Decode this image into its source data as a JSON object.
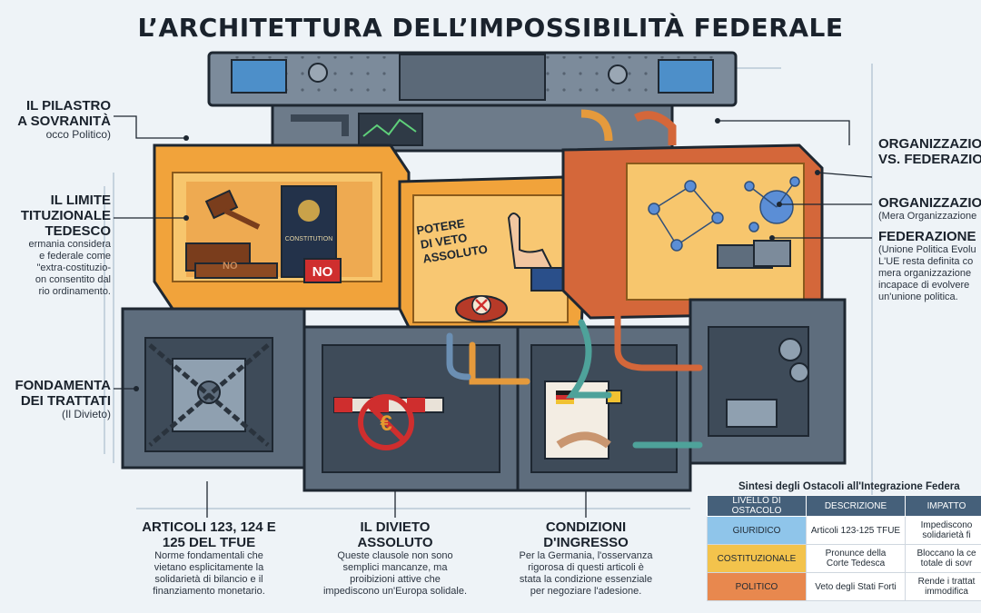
{
  "title": "L’ARCHITETTURA DELL’IMPOSSIBILITÀ FEDERALE",
  "colors": {
    "orange": "#f1a33b",
    "orange_dark": "#c8742a",
    "steel": "#5e6d7d",
    "steel_dark": "#3e4b59",
    "rust": "#d4673a",
    "blue_row": "#8fc5ea",
    "yellow_row": "#f3c34c",
    "orange_row": "#e8884e"
  },
  "left_labels": {
    "pilastro": {
      "l1": "IL PILASTRO",
      "l2": "A SOVRANITÀ",
      "sub": "occo Politico)"
    },
    "limite": {
      "l1": "IL LIMITE",
      "l2": "TITUZIONALE",
      "l3": "TEDESCO",
      "sub1": "ermania considera",
      "sub2": "e federale come",
      "sub3": "\"extra-costituzio-",
      "sub4": "on consentito dal",
      "sub5": "rio ordinamento."
    },
    "fondamenta": {
      "l1": "FONDAMENTA",
      "l2": "DEI TRATTATI",
      "sub": "(Il Divieto)"
    }
  },
  "right_labels": {
    "org_vs": {
      "l1": "ORGANIZZAZIO",
      "l2": "VS. FEDERAZIO"
    },
    "org": {
      "l1": "ORGANIZZAZIO",
      "sub": "(Mera Organizzazione"
    },
    "fed": {
      "l1": "FEDERAZIONE",
      "sub1": "(Unione Politica Evolu",
      "sub2": "L'UE resta definita co",
      "sub3": "mera organizzazione",
      "sub4": "incapace di evolvere",
      "sub5": "un'unione politica."
    }
  },
  "bottom_labels": {
    "articoli": {
      "l1": "ARTICOLI 123, 124 E",
      "l2": "125 DEL TFUE",
      "sub1": "Norme fondamentali che",
      "sub2": "vietano esplicitamente la",
      "sub3": "solidarietà di bilancio e il",
      "sub4": "finanziamento monetario."
    },
    "divieto": {
      "l1": "IL DIVIETO",
      "l2": "ASSOLUTO",
      "sub1": "Queste clausole non sono",
      "sub2": "semplici mancanze, ma",
      "sub3": "proibizioni attive che",
      "sub4": "impediscono un'Europa solidale."
    },
    "condizioni": {
      "l1": "CONDIZIONI",
      "l2": "D'INGRESSO",
      "sub1": "Per la Germania, l'osservanza",
      "sub2": "rigorosa di questi articoli è",
      "sub3": "stata la condizione essenziale",
      "sub4": "per negoziare l'adesione."
    }
  },
  "illustration": {
    "book_label": "CONSTITUTION",
    "no_sign": "NO",
    "no_plate": "NO",
    "veto_text": {
      "l1": "POTERE",
      "l2": "DI VETO",
      "l3": "ASSOLUTO"
    }
  },
  "summary": {
    "title": "Sintesi degli Ostacoli all'Integrazione Federa",
    "headers": [
      "LIVELLO DI OSTACOLO",
      "DESCRIZIONE",
      "IMPATTO"
    ],
    "rows": [
      {
        "level": "GIURIDICO",
        "desc": "Articoli 123-125 TFUE",
        "impact1": "Impediscono",
        "impact2": "solidarietà fi"
      },
      {
        "level": "COSTITUZIONALE",
        "desc1": "Pronunce della",
        "desc2": "Corte Tedesca",
        "impact1": "Bloccano la ce",
        "impact2": "totale di sovr"
      },
      {
        "level": "POLITICO",
        "desc": "Veto degli Stati Forti",
        "impact1": "Rende i trattat",
        "impact2": "immodifica"
      }
    ]
  }
}
